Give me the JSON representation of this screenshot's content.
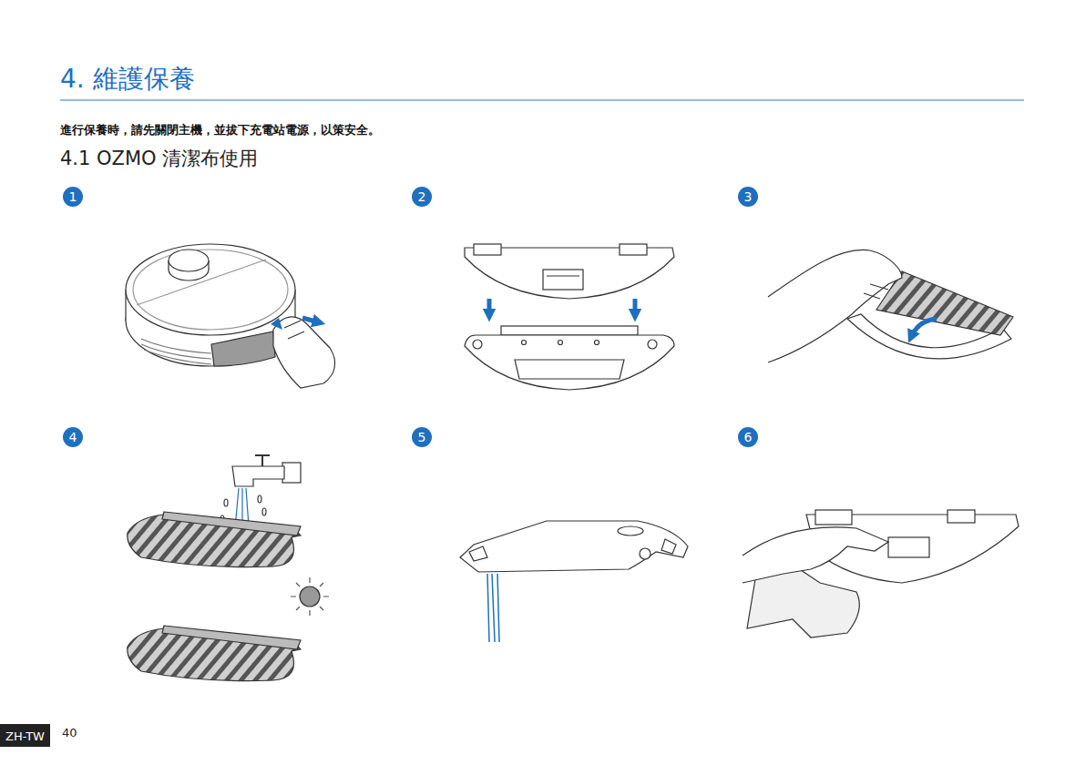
{
  "diagram": {
    "title": "4. 維護保養",
    "nodes": [
      {
        "text": [
          "1"
        ]
      },
      {
        "text": [
          "2"
        ]
      },
      {
        "text": [
          "3"
        ]
      },
      {
        "text": [
          "4"
        ]
      },
      {
        "text": [
          "5"
        ]
      },
      {
        "text": [
          "6"
        ]
      },
      {
        "text": [
          "ZH-TW"
        ]
      }
    ],
    "labels": [
      "進行保養時，請先關閉主機，並拔下充電站電源，以策安全。",
      "4.1 OZMO 清潔布使用",
      "40"
    ]
  }
}
